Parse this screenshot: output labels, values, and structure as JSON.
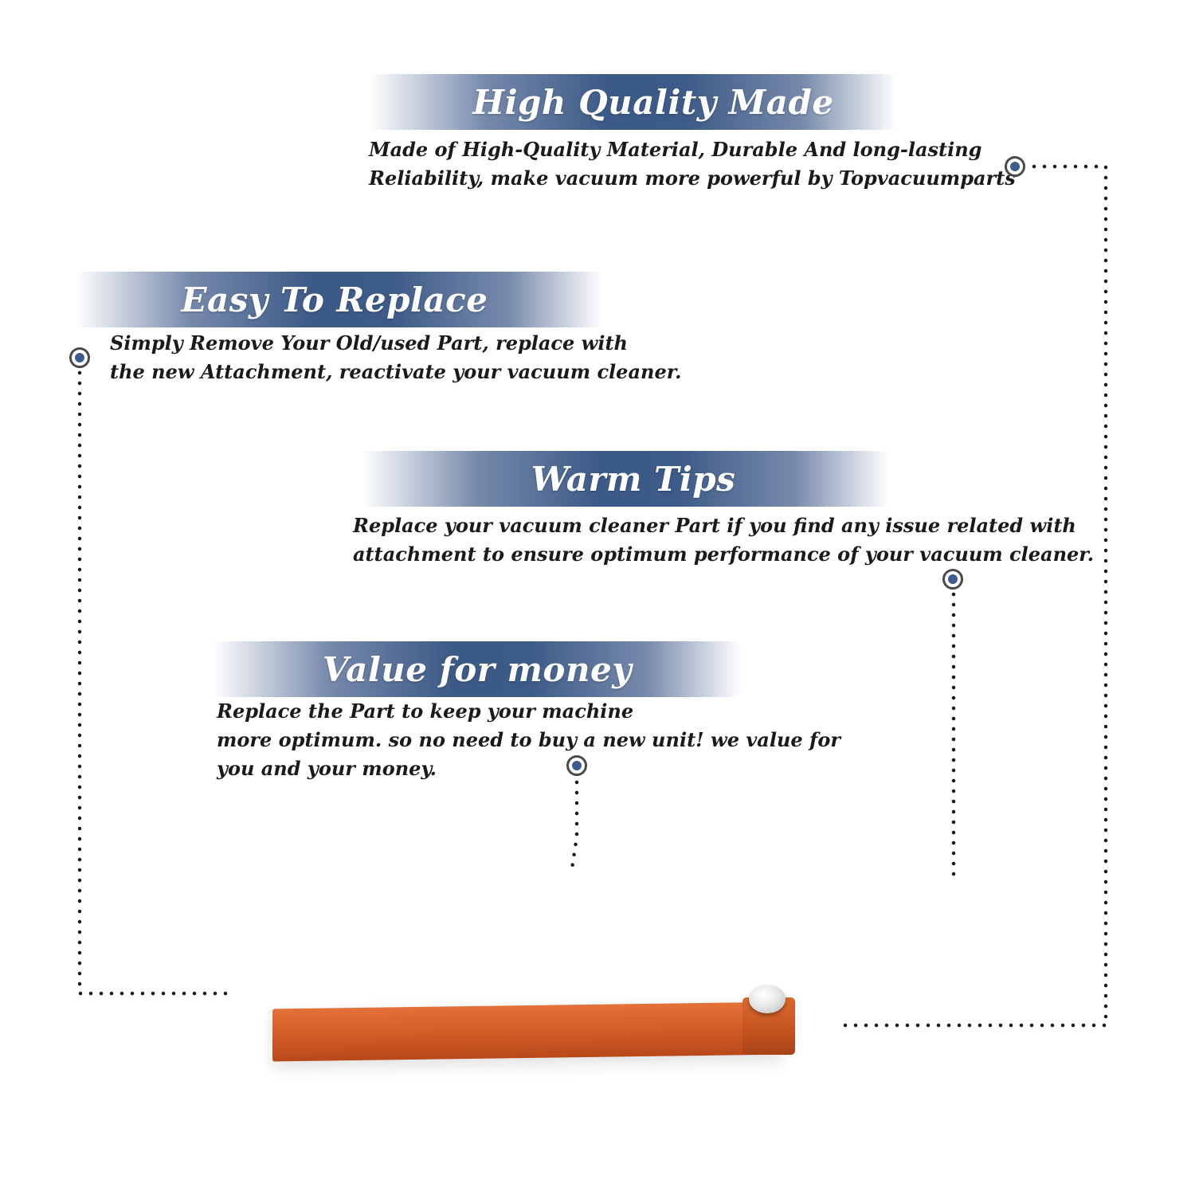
{
  "sections": [
    {
      "title": "High Quality Made",
      "lines": [
        "Made of  High-Quality Material, Durable And long-lasting",
        "Reliability, make vacuum more powerful by Topvacuumparts"
      ]
    },
    {
      "title": "Easy To Replace",
      "lines": [
        "Simply Remove Your Old/used Part, replace with",
        "the new Attachment, reactivate your vacuum cleaner."
      ]
    },
    {
      "title": "Warm Tips",
      "lines": [
        "Replace your vacuum cleaner Part if you find any issue related with",
        " attachment to ensure optimum performance of your vacuum cleaner."
      ]
    },
    {
      "title": "Value for money",
      "lines": [
        "Replace the Part to keep your machine",
        "more optimum. so no need to buy a new unit! we value for",
        "you and your money."
      ]
    }
  ],
  "colors": {
    "banner_blue": "#3c5a87",
    "marker_blue": "#3e5c8d",
    "rod_orange": "#d45f28",
    "text": "#1a1a1a"
  },
  "product_image": "orange-vacuum-rod-attachment"
}
